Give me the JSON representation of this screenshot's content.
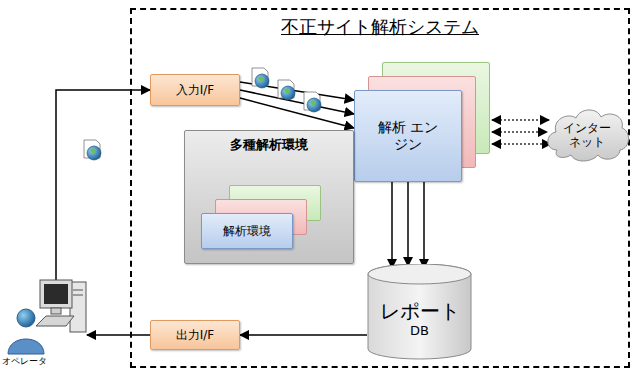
{
  "diagram": {
    "nodes": [
      {
        "text": [
          "不正サイト解析システム"
        ]
      },
      {
        "text": [
          "入力I/F"
        ],
        "in": 0
      },
      {
        "text": [
          "解析 エンジン"
        ],
        "in": 0
      },
      {
        "text": [
          "多種解析環境"
        ],
        "in": 0
      },
      {
        "text": [
          "解析環境"
        ],
        "in": 3
      },
      {
        "text": [
          "レポート",
          "DB"
        ],
        "in": 0
      },
      {
        "text": [
          "出力I/F"
        ],
        "in": 0
      },
      {
        "text": [
          "インター ネット"
        ]
      },
      {
        "text": [
          "オペレータ"
        ]
      }
    ],
    "edges": [
      {
        "from": 8,
        "to": 1,
        "arrow": "to"
      },
      {
        "from": 1,
        "to": 2,
        "arrow": "to"
      },
      {
        "from": 1,
        "to": 2,
        "arrow": "to"
      },
      {
        "from": 1,
        "to": 2,
        "arrow": "to"
      },
      {
        "from": 2,
        "to": 7,
        "arrow": "both"
      },
      {
        "from": 2,
        "to": 7,
        "arrow": "both"
      },
      {
        "from": 2,
        "to": 7,
        "arrow": "both"
      },
      {
        "from": 2,
        "to": 5,
        "arrow": "to"
      },
      {
        "from": 2,
        "to": 5,
        "arrow": "to"
      },
      {
        "from": 2,
        "to": 5,
        "arrow": "to"
      },
      {
        "from": 5,
        "to": 6,
        "arrow": "to"
      },
      {
        "from": 6,
        "to": 8,
        "arrow": "to"
      },
      {
        "from": 3,
        "to": 2,
        "arrow": "none"
      }
    ]
  }
}
